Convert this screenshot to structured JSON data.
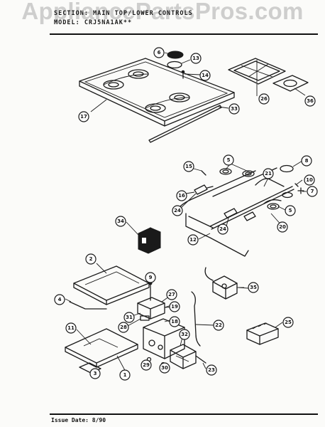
{
  "watermark": "AppliancePartsPros.com",
  "header": {
    "section_line": "SECTION: MAIN TOP/LOWER CONTROLS",
    "model_line": "MODEL: CRJ5NA1AK**"
  },
  "footer": {
    "issue_line": "Issue Date: 8/90"
  },
  "callouts": [
    "6",
    "13",
    "14",
    "26",
    "36",
    "17",
    "33",
    "8",
    "15",
    "5",
    "21",
    "10",
    "7",
    "16",
    "24",
    "5",
    "34",
    "24",
    "20",
    "12",
    "2",
    "9",
    "35",
    "27",
    "4",
    "31",
    "19",
    "18",
    "28",
    "22",
    "25",
    "11",
    "32",
    "3",
    "1",
    "29",
    "30",
    "23"
  ],
  "colors": {
    "ink": "#1a1a1a",
    "paper": "#fbfbf9",
    "watermark": "#aaaaaa"
  }
}
